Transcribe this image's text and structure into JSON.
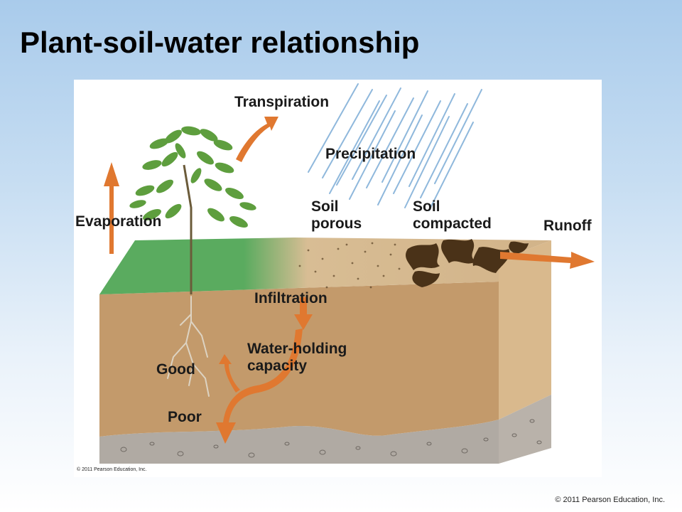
{
  "slide": {
    "title": "Plant-soil-water relationship",
    "copyright": "© 2011 Pearson Education, Inc."
  },
  "figure": {
    "copyright": "© 2011 Pearson Education, Inc.",
    "labels": {
      "transpiration": "Transpiration",
      "precipitation": "Precipitation",
      "evaporation": "Evaporation",
      "soil_porous_line1": "Soil",
      "soil_porous_line2": "porous",
      "soil_compacted_line1": "Soil",
      "soil_compacted_line2": "compacted",
      "runoff": "Runoff",
      "infiltration": "Infiltration",
      "water_holding_line1": "Water-holding",
      "water_holding_line2": "capacity",
      "good": "Good",
      "poor": "Poor"
    },
    "colors": {
      "arrow": "#e07830",
      "grass": "#5aab5f",
      "soil": "#c39a6b",
      "soil_side": "#d9b98d",
      "gravel": "#b0aaa3",
      "rain": "#8fb8dc",
      "leaf": "#5e9e3e"
    }
  }
}
